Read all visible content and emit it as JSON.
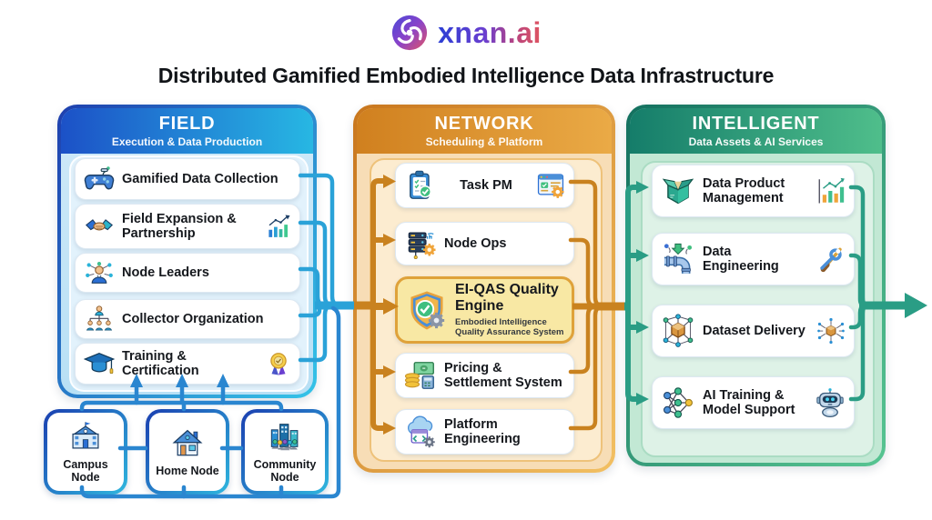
{
  "brand": {
    "name": "xnan.ai"
  },
  "title": "Distributed Gamified Embodied Intelligence Data Infrastructure",
  "columns": {
    "field": {
      "title": "FIELD",
      "subtitle": "Execution & Data Production",
      "items": [
        {
          "label": "Gamified Data Collection",
          "icon": "game-controller-icon"
        },
        {
          "label": "Field Expansion & Partnership",
          "icon": "handshake-icon",
          "icon_right": "growth-chart-icon"
        },
        {
          "label": "Node Leaders",
          "icon": "person-network-icon"
        },
        {
          "label": "Collector Organization",
          "icon": "org-chart-icon"
        },
        {
          "label": "Training & Certification",
          "icon": "graduation-cap-icon",
          "icon_right": "medal-icon"
        }
      ]
    },
    "network": {
      "title": "NETWORK",
      "subtitle": "Scheduling & Platform",
      "items": [
        {
          "label": "Task PM",
          "icon": "clipboard-check-icon",
          "icon_right": "browser-gear-icon"
        },
        {
          "label": "Node Ops",
          "icon": "server-gear-icon"
        },
        {
          "label": "EI-QAS Quality Engine",
          "sublabel": "Embodied Intelligence Quality Assurance System",
          "icon": "shield-check-icon",
          "highlighted": true
        },
        {
          "label": "Pricing & Settlement System",
          "icon": "money-calculator-icon"
        },
        {
          "label": "Platform Engineering",
          "icon": "cloud-code-icon"
        }
      ]
    },
    "intelligent": {
      "title": "INTELLIGENT",
      "subtitle": "Data Assets & AI Services",
      "items": [
        {
          "label": "Data Product Management",
          "icon": "package-box-icon",
          "icon_right": "bar-chart-icon"
        },
        {
          "label": "Data Engineering",
          "icon": "pipeline-icon",
          "icon_right": "tools-icon"
        },
        {
          "label": "Dataset Delivery",
          "icon": "cube-network-icon",
          "icon_right": "cube-spokes-icon"
        },
        {
          "label": "AI Training & Model Support",
          "icon": "neural-network-icon",
          "icon_right": "robot-icon"
        }
      ]
    }
  },
  "nodes": [
    {
      "label": "Campus Node",
      "icon": "school-building-icon"
    },
    {
      "label": "Home Node",
      "icon": "house-icon"
    },
    {
      "label": "Community Node",
      "icon": "community-buildings-icon"
    }
  ],
  "colors": {
    "field_accent": "#1c51c7",
    "field_accent2": "#27b7e3",
    "network_accent": "#d0801f",
    "network_accent2": "#eaaa46",
    "intelligent_accent": "#157d6a",
    "intelligent_accent2": "#4fbe8b",
    "connector_blue": "#2aa2d8",
    "connector_orange": "#c9821f",
    "connector_teal": "#2a9d85",
    "highlight_bg": "#f8e8a4",
    "highlight_border": "#dfa23a"
  }
}
